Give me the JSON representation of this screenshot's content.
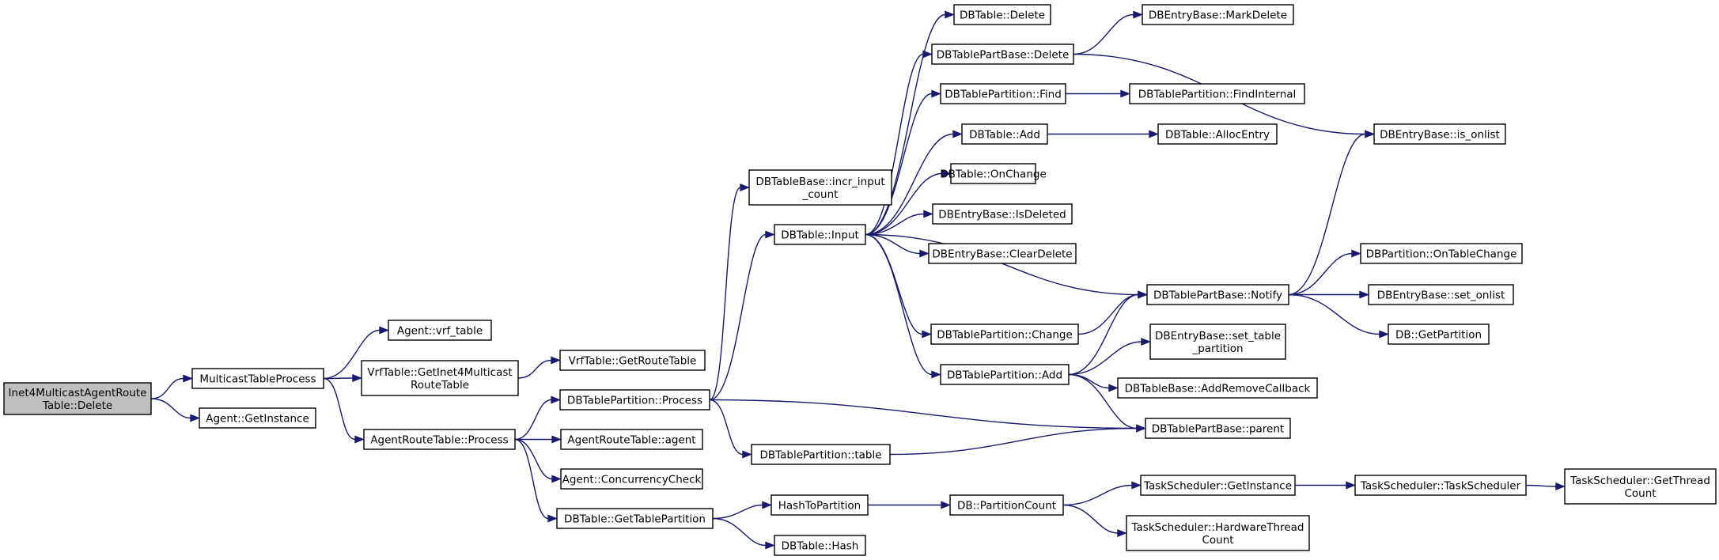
{
  "graph": {
    "type": "call-graph",
    "colors": {
      "edge": "#191970",
      "root_fill": "#bfbfbf",
      "node_fill": "#ffffff",
      "border": "#000000"
    },
    "nodes": [
      {
        "id": "n0",
        "lines": [
          "Inet4MulticastAgentRoute",
          "Table::Delete"
        ],
        "root": true
      },
      {
        "id": "n1",
        "lines": [
          "MulticastTableProcess"
        ]
      },
      {
        "id": "n2",
        "lines": [
          "Agent::GetInstance"
        ]
      },
      {
        "id": "n3",
        "lines": [
          "Agent::vrf_table"
        ]
      },
      {
        "id": "n4",
        "lines": [
          "VrfTable::GetInet4Multicast",
          "RouteTable"
        ]
      },
      {
        "id": "n5",
        "lines": [
          "AgentRouteTable::Process"
        ]
      },
      {
        "id": "n6",
        "lines": [
          "VrfTable::GetRouteTable"
        ]
      },
      {
        "id": "n7",
        "lines": [
          "DBTablePartition::Process"
        ]
      },
      {
        "id": "n8",
        "lines": [
          "AgentRouteTable::agent"
        ]
      },
      {
        "id": "n9",
        "lines": [
          "Agent::ConcurrencyCheck"
        ]
      },
      {
        "id": "n10",
        "lines": [
          "DBTable::GetTablePartition"
        ]
      },
      {
        "id": "n11",
        "lines": [
          "DBTableBase::incr_input",
          "_count"
        ]
      },
      {
        "id": "n12",
        "lines": [
          "DBTable::Input"
        ]
      },
      {
        "id": "n13",
        "lines": [
          "DBTablePartBase::parent"
        ]
      },
      {
        "id": "n14",
        "lines": [
          "DBTablePartition::table"
        ]
      },
      {
        "id": "n15",
        "lines": [
          "HashToPartition"
        ]
      },
      {
        "id": "n16",
        "lines": [
          "DBTable::Hash"
        ]
      },
      {
        "id": "n17",
        "lines": [
          "DBTable::Delete"
        ]
      },
      {
        "id": "n18",
        "lines": [
          "DBTablePartBase::Delete"
        ]
      },
      {
        "id": "n19",
        "lines": [
          "DBTablePartition::Find"
        ]
      },
      {
        "id": "n20",
        "lines": [
          "DBTable::Add"
        ]
      },
      {
        "id": "n21",
        "lines": [
          "DBTable::OnChange"
        ]
      },
      {
        "id": "n22",
        "lines": [
          "DBEntryBase::IsDeleted"
        ]
      },
      {
        "id": "n23",
        "lines": [
          "DBEntryBase::ClearDelete"
        ]
      },
      {
        "id": "n24",
        "lines": [
          "DBTablePartition::Change"
        ]
      },
      {
        "id": "n25",
        "lines": [
          "DBTablePartition::Add"
        ]
      },
      {
        "id": "n26",
        "lines": [
          "DBEntryBase::MarkDelete"
        ]
      },
      {
        "id": "n27",
        "lines": [
          "DBEntryBase::is_onlist"
        ]
      },
      {
        "id": "n28",
        "lines": [
          "DBTablePartition::FindInternal"
        ]
      },
      {
        "id": "n29",
        "lines": [
          "DBTable::AllocEntry"
        ]
      },
      {
        "id": "n30",
        "lines": [
          "DBTablePartBase::Notify"
        ]
      },
      {
        "id": "n31",
        "lines": [
          "DBEntryBase::set_table",
          "_partition"
        ]
      },
      {
        "id": "n32",
        "lines": [
          "DBTableBase::AddRemoveCallback"
        ]
      },
      {
        "id": "n33",
        "lines": [
          "DB::PartitionCount"
        ]
      },
      {
        "id": "n34",
        "lines": [
          "DBPartition::OnTableChange"
        ]
      },
      {
        "id": "n35",
        "lines": [
          "DBEntryBase::set_onlist"
        ]
      },
      {
        "id": "n36",
        "lines": [
          "DB::GetPartition"
        ]
      },
      {
        "id": "n37",
        "lines": [
          "TaskScheduler::GetInstance"
        ]
      },
      {
        "id": "n38",
        "lines": [
          "TaskScheduler::HardwareThread",
          "Count"
        ]
      },
      {
        "id": "n39",
        "lines": [
          "TaskScheduler::TaskScheduler"
        ]
      },
      {
        "id": "n40",
        "lines": [
          "TaskScheduler::GetThread",
          "Count"
        ]
      }
    ],
    "edges": [
      [
        "n0",
        "n1"
      ],
      [
        "n0",
        "n2"
      ],
      [
        "n1",
        "n3"
      ],
      [
        "n1",
        "n4"
      ],
      [
        "n1",
        "n5"
      ],
      [
        "n4",
        "n6"
      ],
      [
        "n5",
        "n7"
      ],
      [
        "n5",
        "n8"
      ],
      [
        "n5",
        "n9"
      ],
      [
        "n5",
        "n10"
      ],
      [
        "n7",
        "n11"
      ],
      [
        "n7",
        "n12"
      ],
      [
        "n7",
        "n13"
      ],
      [
        "n7",
        "n14"
      ],
      [
        "n10",
        "n15"
      ],
      [
        "n10",
        "n16"
      ],
      [
        "n12",
        "n17"
      ],
      [
        "n12",
        "n18"
      ],
      [
        "n12",
        "n19"
      ],
      [
        "n12",
        "n20"
      ],
      [
        "n12",
        "n21"
      ],
      [
        "n12",
        "n22"
      ],
      [
        "n12",
        "n23"
      ],
      [
        "n12",
        "n24"
      ],
      [
        "n12",
        "n25"
      ],
      [
        "n12",
        "n30"
      ],
      [
        "n14",
        "n13"
      ],
      [
        "n15",
        "n33"
      ],
      [
        "n18",
        "n26"
      ],
      [
        "n18",
        "n27"
      ],
      [
        "n19",
        "n28"
      ],
      [
        "n20",
        "n29"
      ],
      [
        "n24",
        "n30"
      ],
      [
        "n25",
        "n30"
      ],
      [
        "n25",
        "n31"
      ],
      [
        "n25",
        "n32"
      ],
      [
        "n25",
        "n13"
      ],
      [
        "n30",
        "n27"
      ],
      [
        "n30",
        "n34"
      ],
      [
        "n30",
        "n35"
      ],
      [
        "n30",
        "n36"
      ],
      [
        "n33",
        "n37"
      ],
      [
        "n33",
        "n38"
      ],
      [
        "n37",
        "n39"
      ],
      [
        "n39",
        "n40"
      ]
    ]
  }
}
